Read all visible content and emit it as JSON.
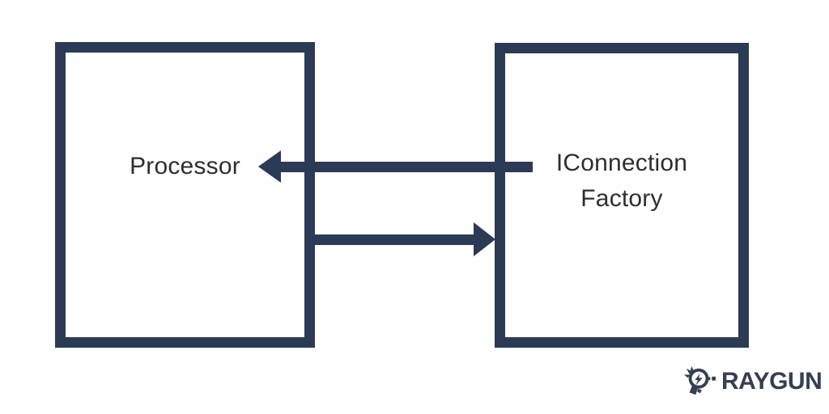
{
  "colors": {
    "accent": "#2b3a55",
    "label_text": "#2e2e2e",
    "logo": "#353e52",
    "background": "#ffffff"
  },
  "diagram": {
    "left_node": {
      "label": "Processor"
    },
    "right_node": {
      "label_line1": "IConnection",
      "label_line2": "Factory"
    },
    "edges": [
      {
        "from": "IConnection Factory",
        "to": "Processor",
        "direction": "right-to-left"
      },
      {
        "from": "Processor",
        "to": "IConnection Factory",
        "direction": "left-to-right"
      }
    ]
  },
  "footer": {
    "brand": "RAYGUN",
    "icon": "raygun-icon"
  }
}
